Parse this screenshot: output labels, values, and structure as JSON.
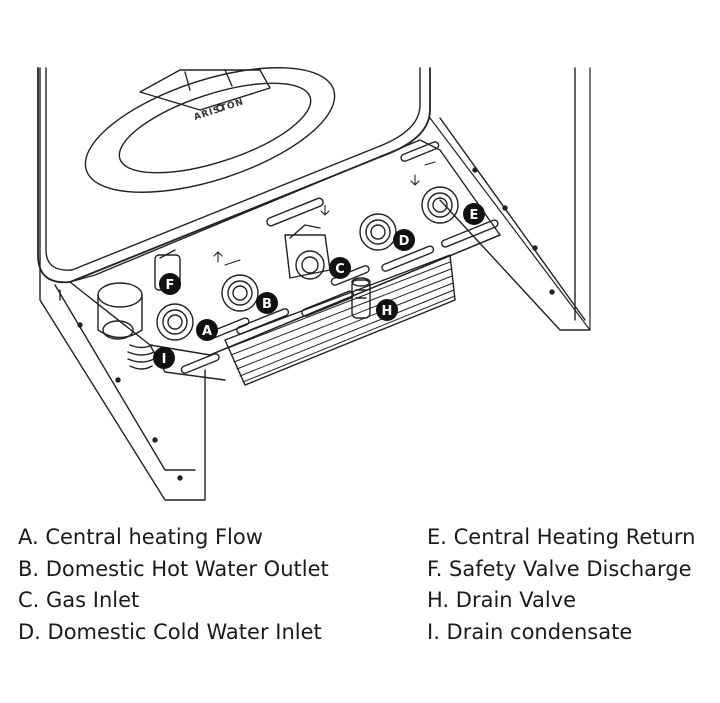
{
  "brand": "ARISTON",
  "badges": {
    "a": "A",
    "b": "B",
    "c": "C",
    "d": "D",
    "e": "E",
    "f": "F",
    "h": "H",
    "i": "I"
  },
  "legend": {
    "left": [
      "A. Central heating Flow",
      "B. Domestic Hot Water Outlet",
      "C. Gas Inlet",
      "D. Domestic Cold Water Inlet"
    ],
    "right": [
      "E. Central Heating Return",
      "F.  Safety Valve Discharge",
      "H.  Drain Valve",
      "I.   Drain condensate"
    ]
  }
}
